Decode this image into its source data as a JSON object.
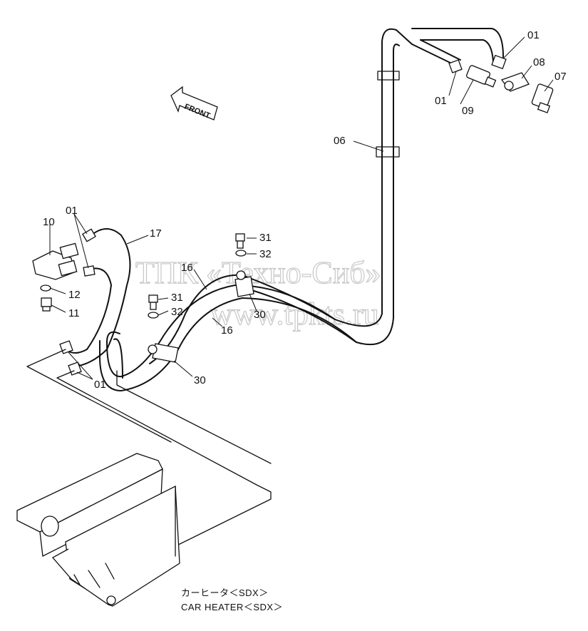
{
  "watermark": {
    "line1": "ТПК «Техно-Сиб»",
    "line2": "www.tpkts.ru"
  },
  "direction_label": "FRONT",
  "caption": {
    "jp": "カーヒータ＜SDX＞",
    "en": "CAR HEATER＜SDX＞"
  },
  "part_labels": {
    "p01_top_right": "01",
    "p01_top_mid": "01",
    "p08": "08",
    "p07": "07",
    "p09": "09",
    "p06": "06",
    "p01_left_top": "01",
    "p10": "10",
    "p17": "17",
    "p12": "12",
    "p11": "11",
    "p31_top": "31",
    "p32_top": "32",
    "p16_top": "16",
    "p30_top": "30",
    "p31_mid": "31",
    "p32_mid": "32",
    "p16_mid": "16",
    "p30_bottom": "30",
    "p01_bottom": "01"
  }
}
